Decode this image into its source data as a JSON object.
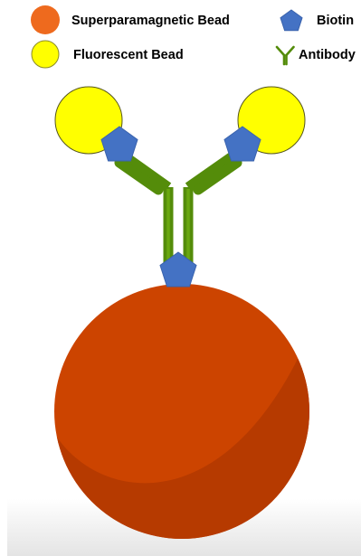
{
  "legend": {
    "superparamagnetic_bead": "Superparamagnetic Bead",
    "biotin": "Biotin",
    "fluorescent_bead": "Fluorescent Bead",
    "antibody": "Antibody"
  },
  "colors": {
    "superparamagnetic_bead": "#cc4400",
    "superparamagnetic_bead_shadow": "#b63a00",
    "legend_bead": "#ee6a1e",
    "fluorescent_bead": "#ffff00",
    "biotin": "#4472c4",
    "antibody": "#548c0a",
    "antibody_highlight": "#6aa80f"
  },
  "icons": {
    "superparamagnetic_bead": "orange-circle",
    "fluorescent_bead": "yellow-circle",
    "biotin": "blue-pentagon",
    "antibody": "green-y-shape"
  }
}
